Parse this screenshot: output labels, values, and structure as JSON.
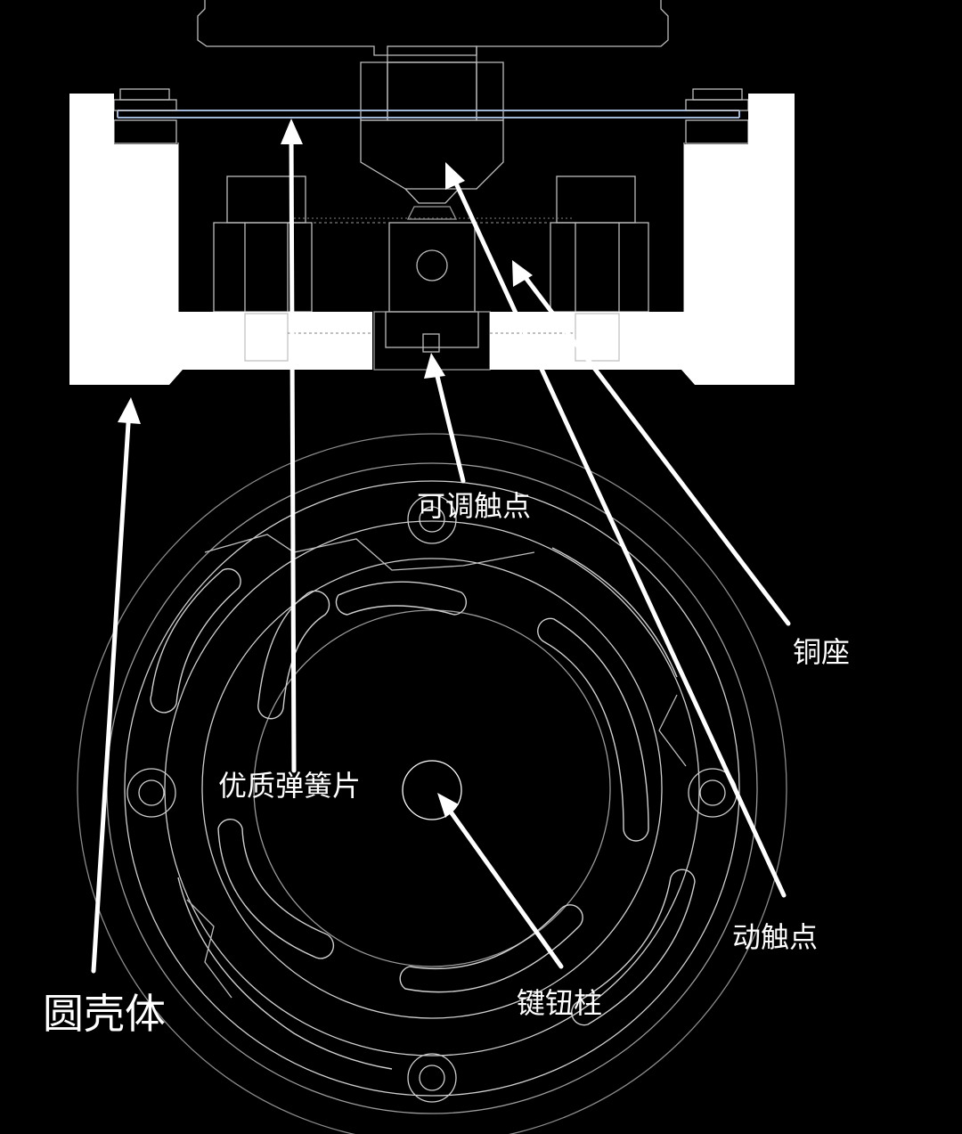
{
  "labels": {
    "adjustable_contact": "可调触点",
    "copper_seat": "铜座",
    "spring_sheet": "优质弹簧片",
    "moving_contact": "动触点",
    "round_shell": "圆壳体",
    "key_post": "键钮柱"
  },
  "colors": {
    "background": "#000000",
    "line": "#ffffff",
    "faint_line": "#9a9a9a",
    "spring": "#9fb6d6",
    "screw_hint": "#d8c88a"
  }
}
